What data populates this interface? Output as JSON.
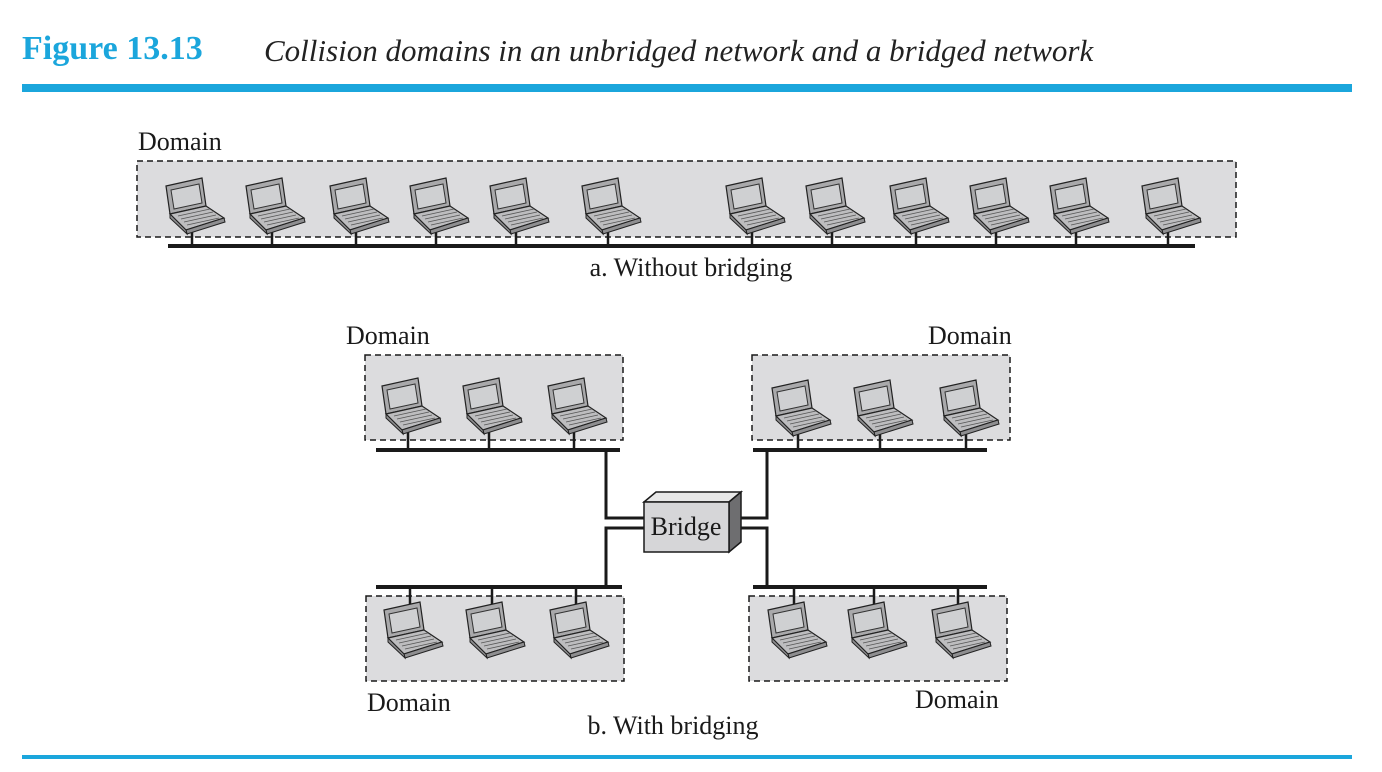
{
  "figure": {
    "number": "Figure 13.13",
    "title": "Collision domains in an unbridged network and a bridged network"
  },
  "panel_a": {
    "domain_label": "Domain",
    "caption": "a. Without bridging",
    "laptop_count": 12
  },
  "panel_b": {
    "domain_labels": [
      "Domain",
      "Domain",
      "Domain",
      "Domain"
    ],
    "bridge_label": "Bridge",
    "caption": "b. With bridging",
    "laptops_per_domain": 3
  },
  "colors": {
    "accent": "#1ba6dc",
    "domain_fill": "#dcdcde",
    "line": "#1a1a1a"
  }
}
